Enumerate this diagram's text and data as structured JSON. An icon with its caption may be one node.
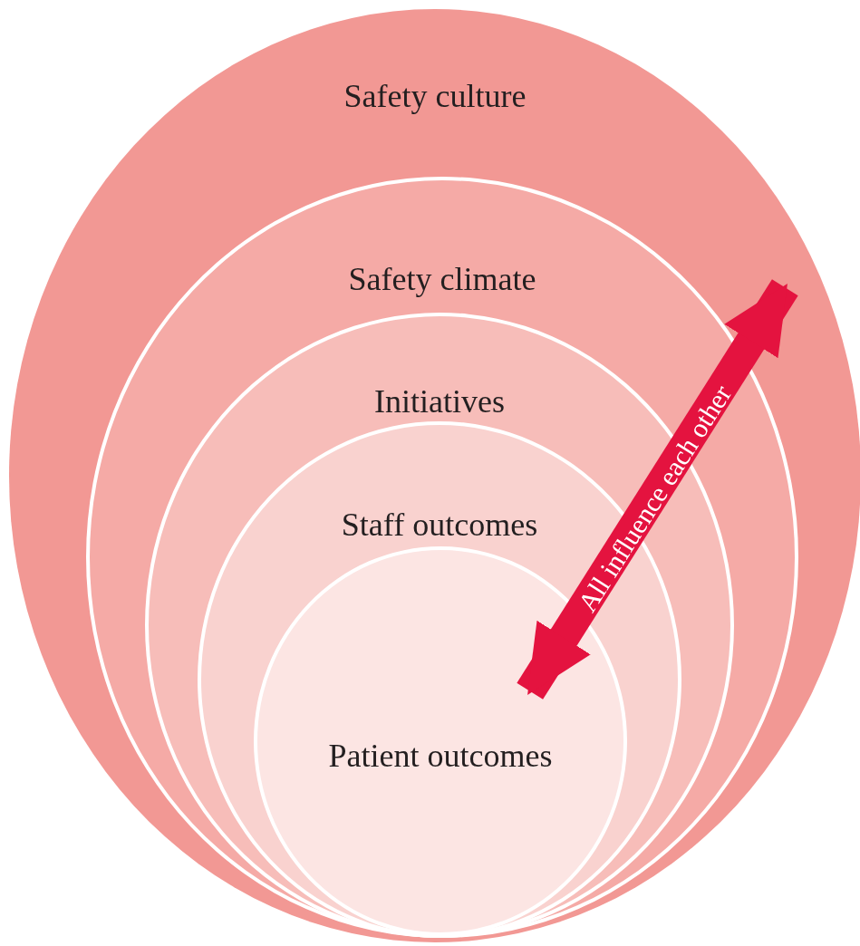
{
  "diagram": {
    "nodes": [
      {
        "text": [
          "Safety culture"
        ]
      },
      {
        "text": [
          "Safety climate"
        ],
        "in": 0
      },
      {
        "text": [
          "Initiatives"
        ],
        "in": 1
      },
      {
        "text": [
          "Staff outcomes"
        ],
        "in": 2
      },
      {
        "text": [
          "Patient outcomes"
        ],
        "in": 3
      }
    ],
    "edges": [
      {
        "from": 0,
        "to": 4,
        "arrow": "both",
        "label": "All influence each other"
      }
    ]
  }
}
